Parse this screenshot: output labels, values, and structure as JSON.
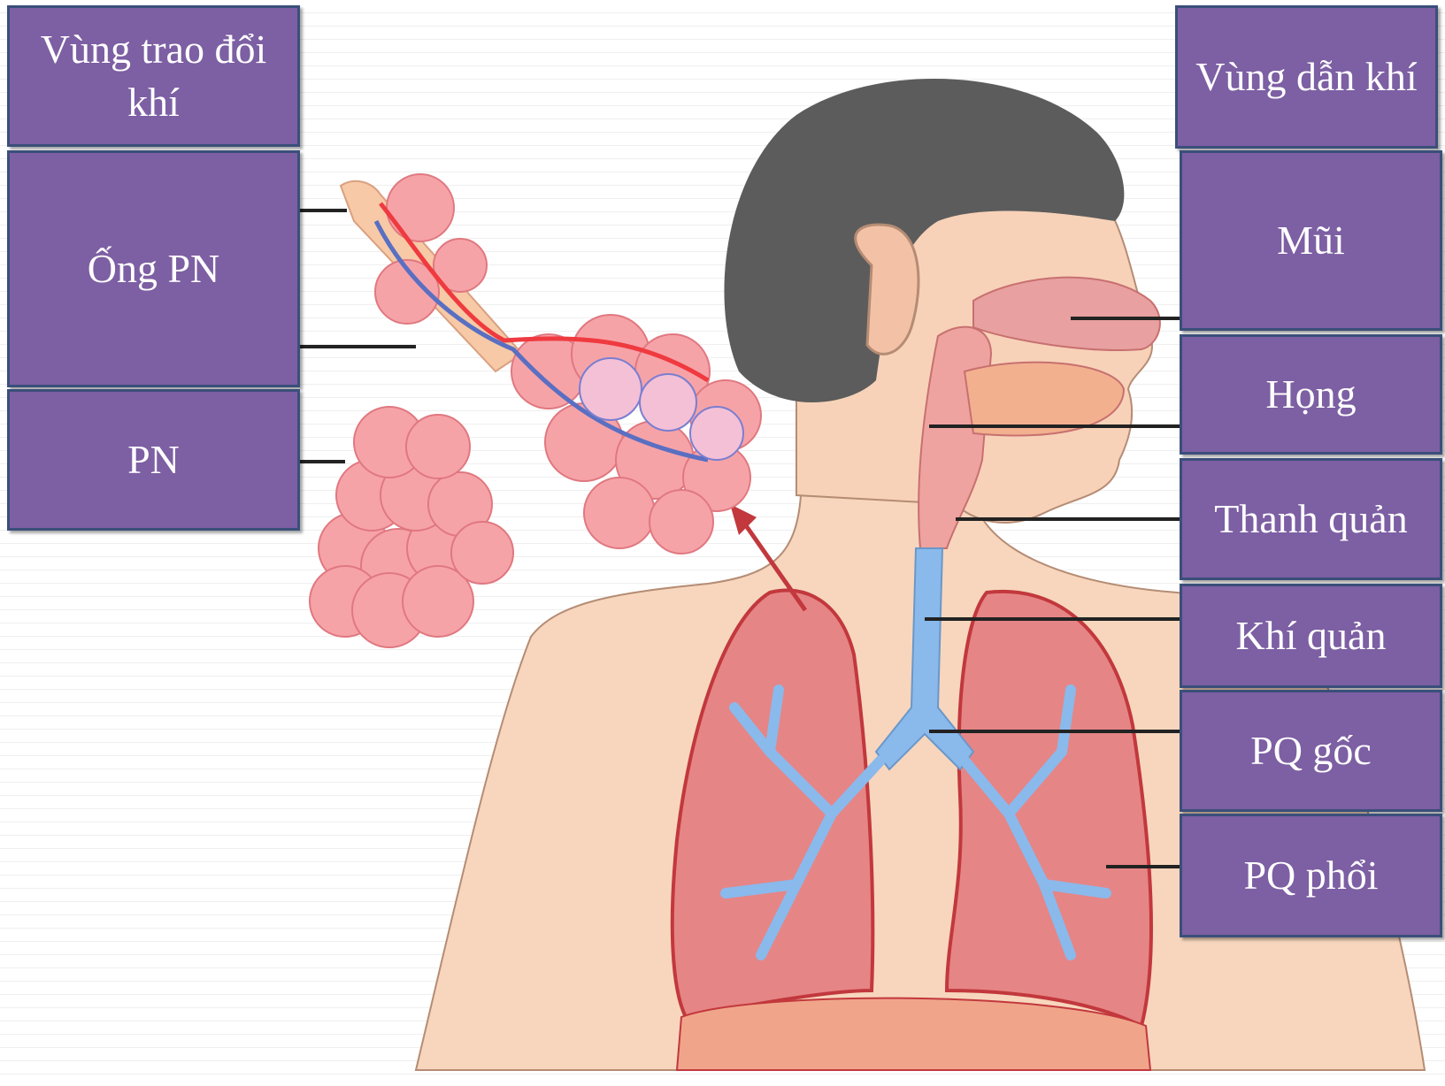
{
  "left_labels": {
    "header": "Vùng trao đổi khí",
    "items": [
      "Ống PN",
      "PN"
    ]
  },
  "right_labels": {
    "header": "Vùng dẫn khí",
    "items": [
      "Mũi",
      "Họng",
      "Thanh quản",
      "Khí quản",
      "PQ gốc",
      "PQ phổi"
    ]
  },
  "colors": {
    "label_box": "#7d5fa3",
    "label_border": "#3a4f7a",
    "hair": "#5c5c5c",
    "skin": "#f7d2b8",
    "lung": "#e68585",
    "airway": "#8ab9ec",
    "alveoli": "#f6a3a8"
  }
}
